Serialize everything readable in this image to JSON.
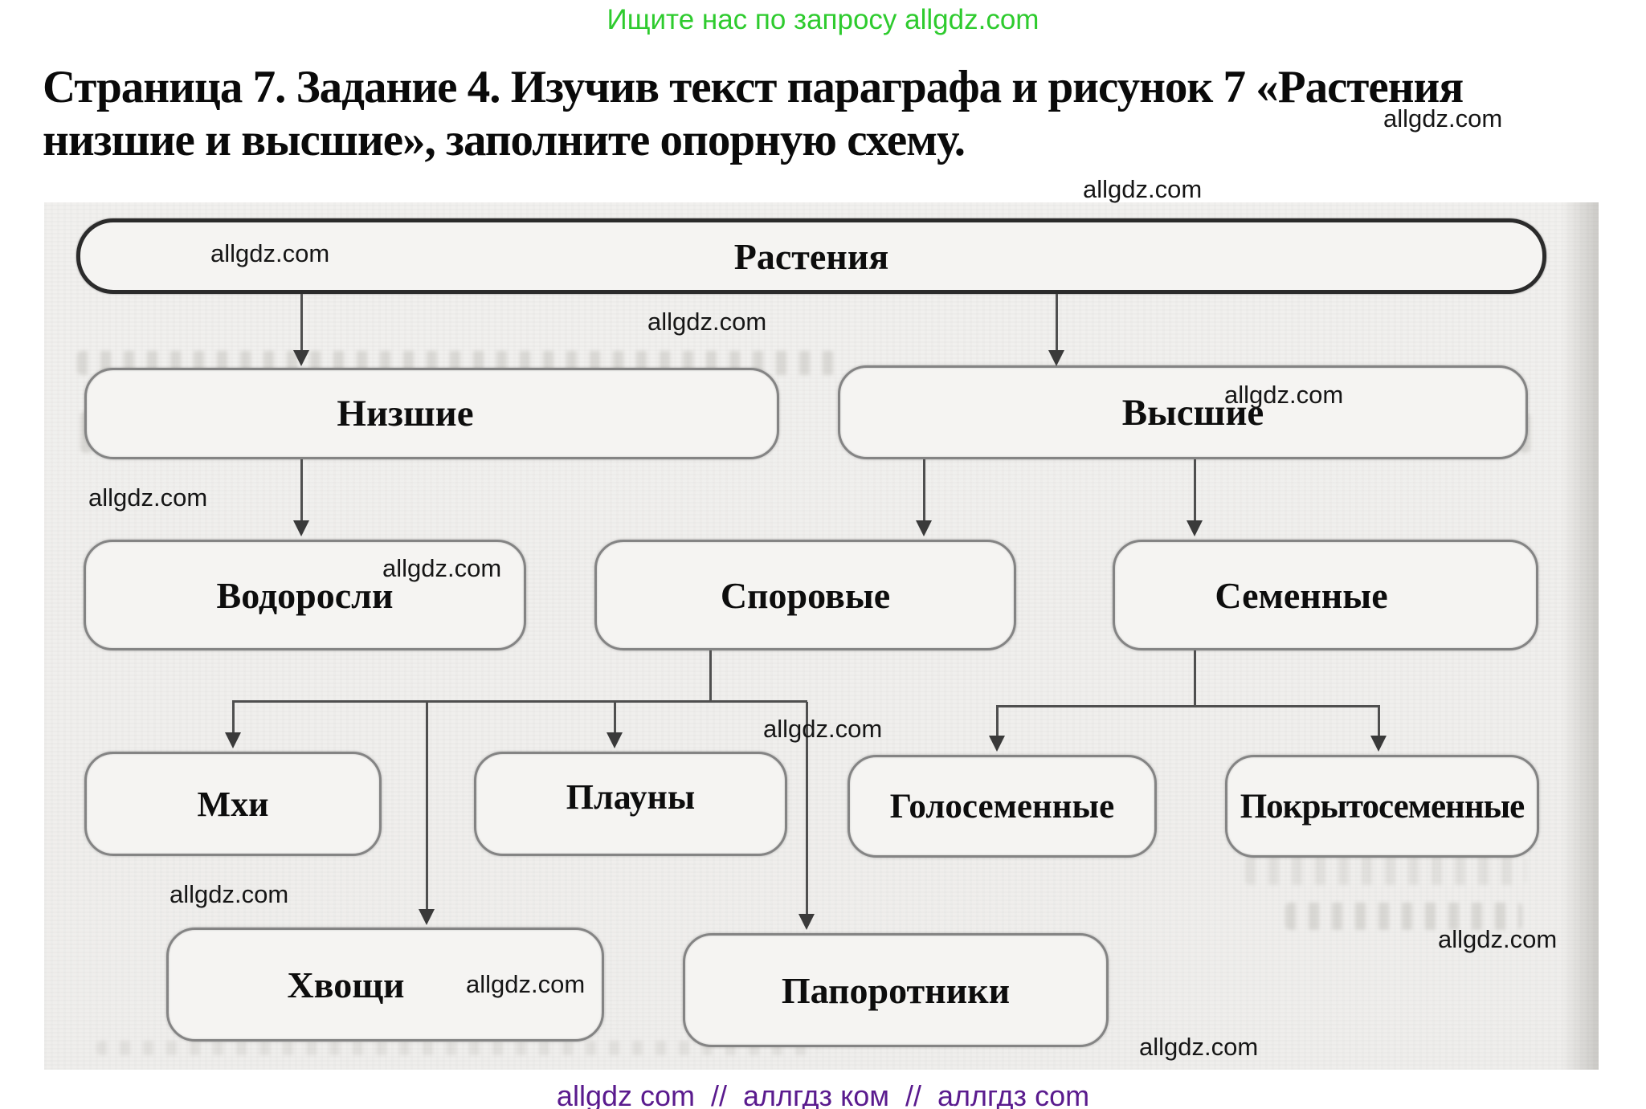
{
  "promo": {
    "text": "Ищите нас по запросу allgdz.com"
  },
  "heading": {
    "line1": "Страница 7. Задание 4. Изучив текст параграфа и рисунок 7 «Растения",
    "line2": "низшие и высшие», заполните опорную схему."
  },
  "watermark": {
    "text": "allgdz.com"
  },
  "nodes": {
    "plants": "Растения",
    "lower": "Низшие",
    "higher": "Высшие",
    "algae": "Водоросли",
    "spore": "Споровые",
    "seed": "Семенные",
    "mosses": "Мхи",
    "clubmosses": "Плауны",
    "gymnosperms": "Голосеменные",
    "angiosperms": "Покрытосеменные",
    "horsetails": "Хвощи",
    "ferns": "Папоротники"
  },
  "hierarchy": {
    "Растения": {
      "Низшие": [
        "Водоросли"
      ],
      "Высшие": {
        "Споровые": [
          "Мхи",
          "Плауны",
          "Хвощи",
          "Папоротники"
        ],
        "Семенные": [
          "Голосеменные",
          "Покрытосеменные"
        ]
      }
    }
  },
  "footer": {
    "text": "allgdz com  //  аллгдз ком  //  аллгдз com"
  },
  "colors": {
    "promo": "#2ecb2e",
    "footer": "#5a1b8e",
    "heading": "#0a0a0a",
    "watermark": "#161616",
    "scan_bg": "#f0efed",
    "box_fill": "#f5f4f2",
    "box_border": "#848484",
    "root_border": "#2b2b2b",
    "connector": "#4f4f4f",
    "label": "#0d0d0d"
  }
}
